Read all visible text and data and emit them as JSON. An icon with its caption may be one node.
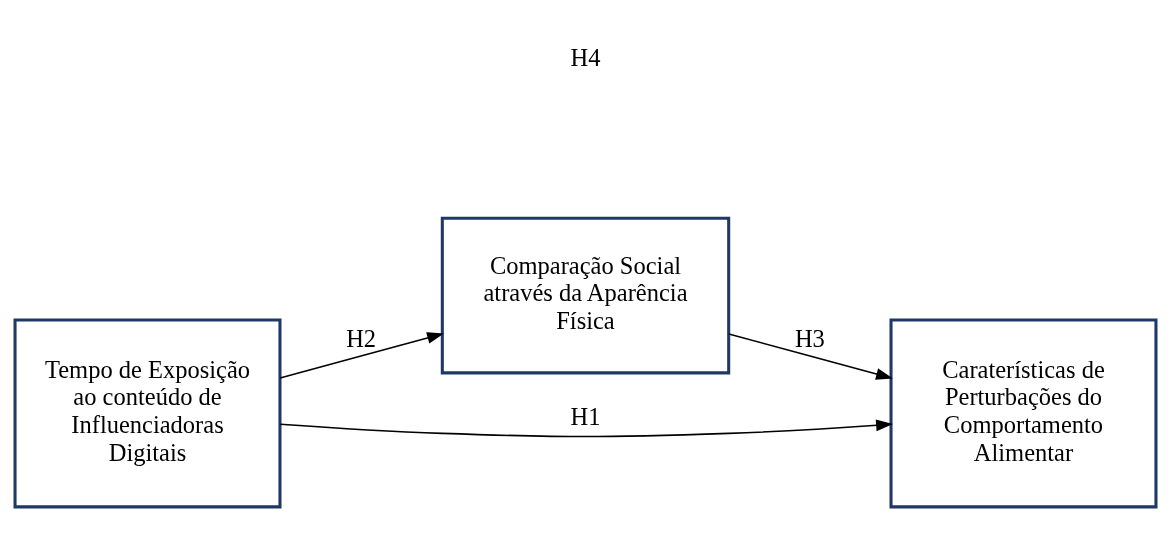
{
  "diagram": {
    "nodes": [
      {
        "text": [
          "Comparação Social através da Aparência Física"
        ]
      },
      {
        "text": [
          "Tempo de Exposição ao conteúdo de Influenciadoras Digitais"
        ]
      },
      {
        "text": [
          "Caraterísticas de Perturbações do Comportamento Alimentar"
        ]
      }
    ],
    "edges": [
      {
        "from": 1,
        "to": 0,
        "arrow": "to",
        "label": "H2"
      },
      {
        "from": 0,
        "to": 2,
        "arrow": "to",
        "label": "H3"
      },
      {
        "from": 1,
        "to": 2,
        "arrow": "to",
        "label": "H1"
      }
    ],
    "labels": [
      "H4"
    ]
  }
}
